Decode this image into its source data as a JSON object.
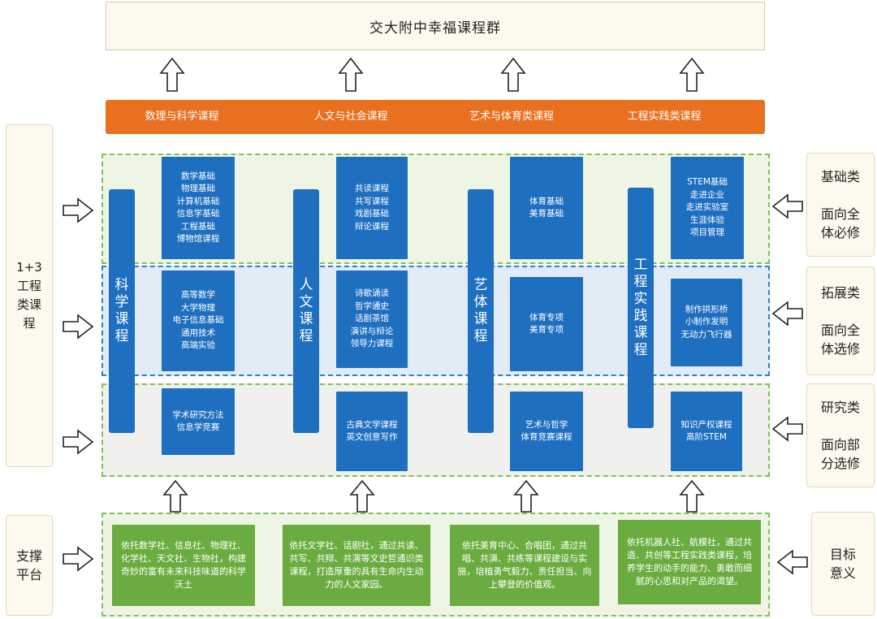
{
  "title": "交大附中幸福课程群",
  "categories": [
    "数理与科学课程",
    "人文与社会课程",
    "艺术与体育类课程",
    "工程实践类课程"
  ],
  "left_label": "1+3\n工程\n类课\n程",
  "support_label": "支撑\n平台",
  "right_labels": {
    "basic": "基础类\n\n面向全\n体必修",
    "expand": "拓展类\n\n面向全\n体选修",
    "research": "研究类\n\n面向部\n分选修",
    "goal": "目标\n意义"
  },
  "columns": [
    {
      "vertical": "科\n学\n课\n程",
      "basic": "数学基础\n物理基础\n计算机基础\n信息学基础\n工程基础\n博物馆课程",
      "expand": "高等数学\n大学物理\n电子信息基础\n通用技术\n高端实验",
      "research": "学术研究方法\n信息学竞赛",
      "support": "依托数学社、信息社、物理社、化学社、天文社、生物社，构建奇妙的富有未来科技味道的科学沃土"
    },
    {
      "vertical": "人\n文\n课\n程",
      "basic": "共读课程\n共写课程\n戏剧基础\n辩论课程",
      "expand": "诗歌诵读\n哲学通史\n话剧茶馆\n演讲与辩论\n领导力课程",
      "research": "古典文学课程\n英文创意写作",
      "support": "依托文学社、话剧社，通过共读、共写、共辩、共演等文史哲通识类课程，打造厚重的具有生命内生动力的人文家园。"
    },
    {
      "vertical": "艺\n体\n课\n程",
      "basic": "体育基础\n美育基础",
      "expand": "体育专项\n美育专项",
      "research": "艺术与哲学\n体育竞赛课程",
      "support": "依托美育中心、合唱团，通过共唱、共演、共练等课程建设与实施，培植勇气毅力、责任担当、向上攀登的价值观。"
    },
    {
      "vertical": "工\n程\n实\n践\n课\n程",
      "basic": "STEM基础\n走进企业\n走进实验室\n生涯体验\n项目管理",
      "expand": "制作拱形桥\n小制作发明\n无动力飞行器",
      "research": "知识产权课程\n高阶STEM",
      "support": "依托机器人社、航模社，通过共造、共创等工程实践类课程，培养学生的动手的能力、勇敢而细腻的心思和对产品的渴望。"
    }
  ]
}
